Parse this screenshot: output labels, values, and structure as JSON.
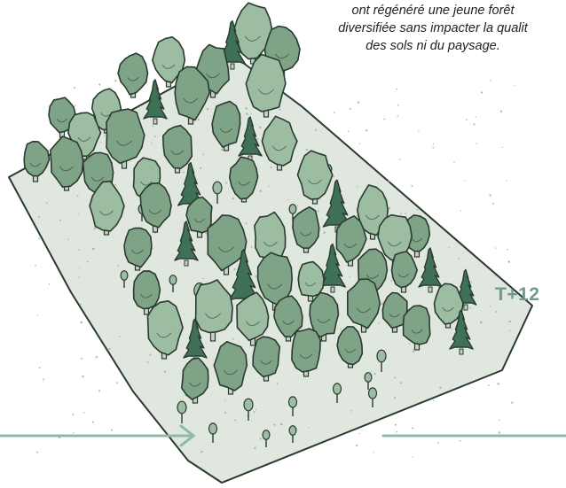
{
  "caption": {
    "line1": "ont régénéré une jeune forêt",
    "line2": "diversifiée sans impacter la qualit",
    "line3": "des sols ni du paysage."
  },
  "time_label": "T+12",
  "colors": {
    "ground": "#dfe7de",
    "outline": "#2b3a30",
    "broadleaf": "#7fa387",
    "broadleaf_light": "#9dbda2",
    "conifer": "#3f7157",
    "arrow": "#8fb8a6",
    "accent_text": "#6f9c8b"
  },
  "icons": [
    "broadleaf-tree-icon",
    "conifer-tree-icon",
    "sapling-icon",
    "arrow-right-icon"
  ]
}
